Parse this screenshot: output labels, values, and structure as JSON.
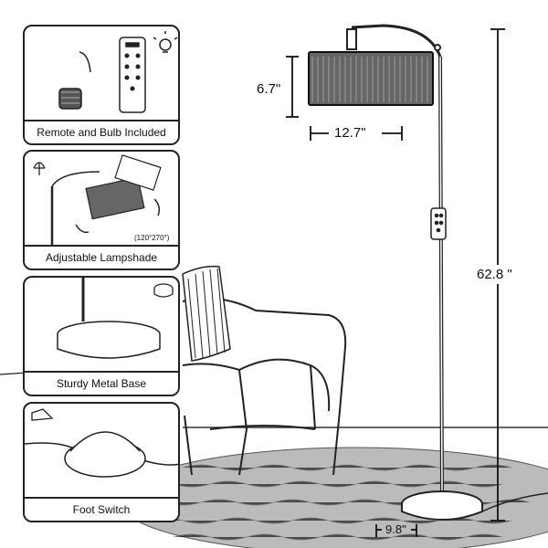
{
  "features": [
    {
      "label": "Remote and Bulb Included"
    },
    {
      "label": "Adjustable Lampshade",
      "rotation": "(120°270°)"
    },
    {
      "label": "Sturdy Metal Base"
    },
    {
      "label": "Foot Switch"
    }
  ],
  "dimensions": {
    "shade_height": "6.7\"",
    "shade_width": "12.7\"",
    "lamp_height": "62.8 \"",
    "base_width": "9.8\""
  },
  "icons": [
    "bulb-icon",
    "remote-icon",
    "foot-switch-icon",
    "rotate-icon"
  ]
}
